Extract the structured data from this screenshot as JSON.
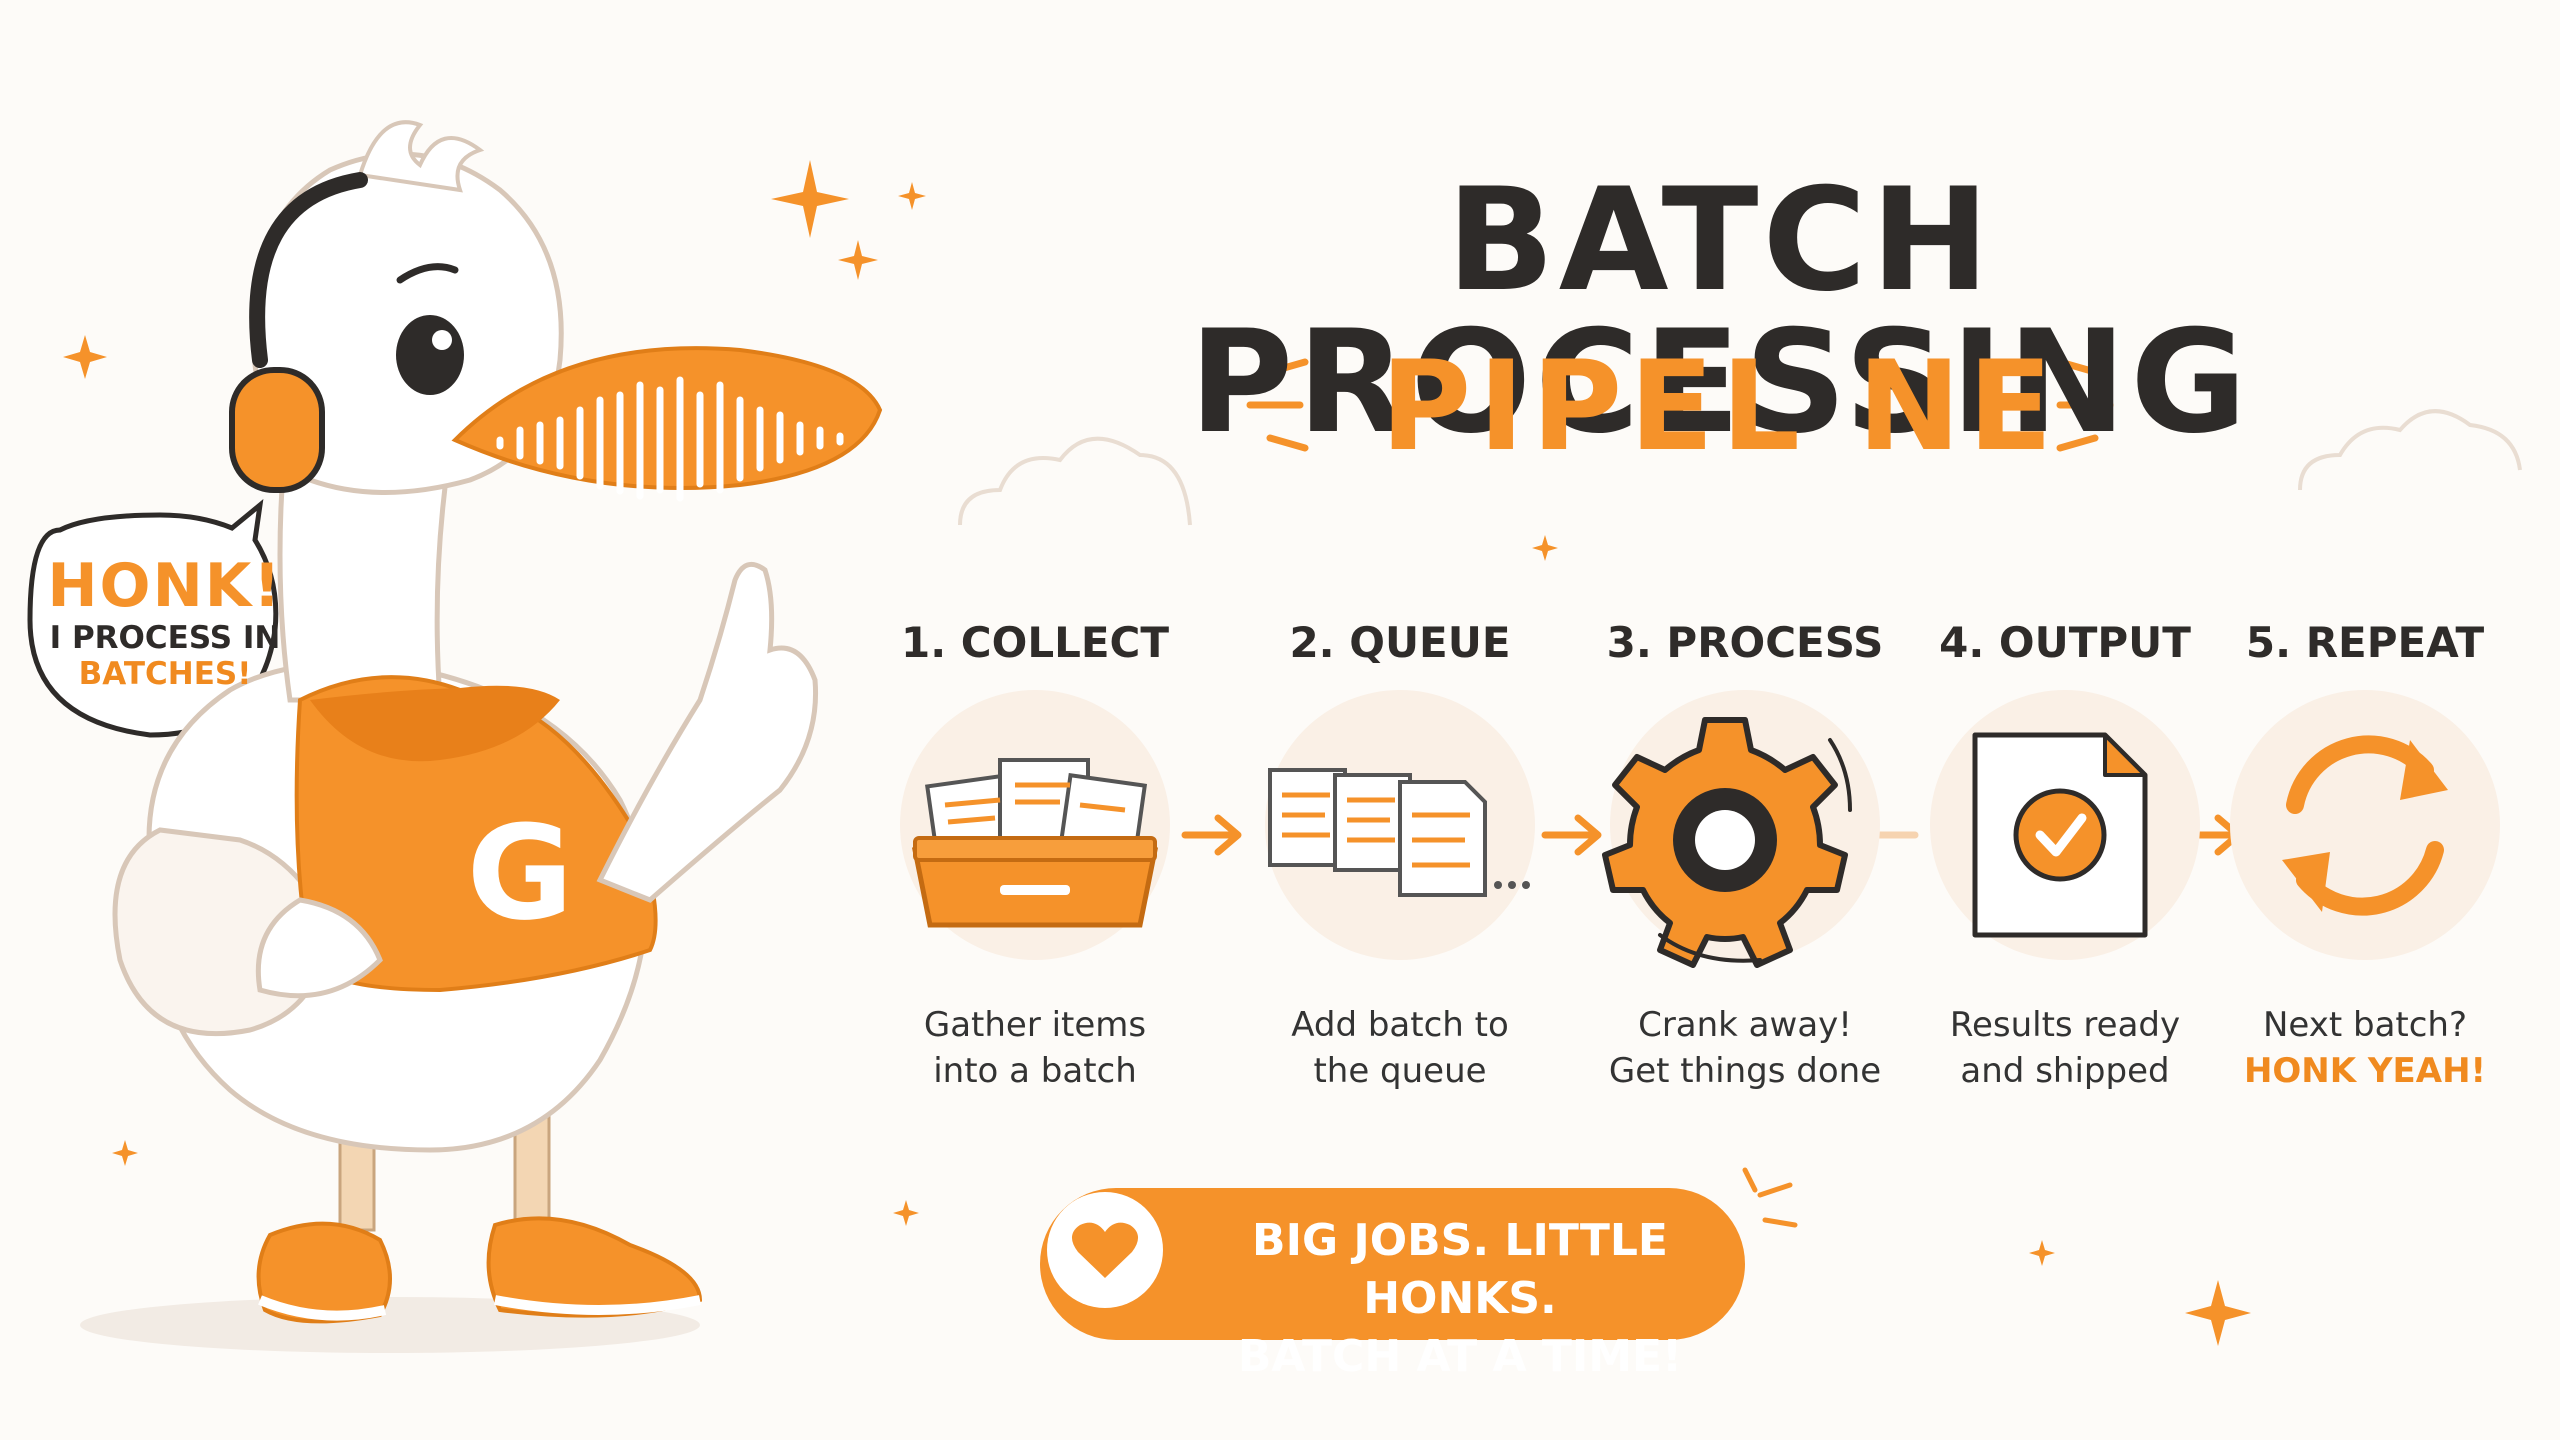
{
  "title": {
    "line1": "BATCH PROCESSING",
    "line2": "PIPEL NE"
  },
  "bubble": {
    "line1": "HONK!",
    "line2": "I PROCESS IN",
    "line3": "BATCHES!"
  },
  "mascot": {
    "hoodie_letter": "G"
  },
  "steps": [
    {
      "title": "1. COLLECT",
      "desc1": "Gather items",
      "desc2": "into a batch",
      "icon": "basket-icon"
    },
    {
      "title": "2. QUEUE",
      "desc1": "Add batch to",
      "desc2": "the queue",
      "icon": "documents-icon"
    },
    {
      "title": "3. PROCESS",
      "desc1": "Crank away!",
      "desc2": "Get things done",
      "icon": "gear-icon"
    },
    {
      "title": "4. OUTPUT",
      "desc1": "Results ready",
      "desc2": "and shipped",
      "icon": "document-check-icon"
    },
    {
      "title": "5. REPEAT",
      "desc1": "Next batch?",
      "desc2": "HONK YEAH!",
      "icon": "repeat-icon"
    }
  ],
  "banner": {
    "line1": "BIG JOBS. LITTLE HONKS.",
    "line2": "BATCH AT A TIME!"
  },
  "colors": {
    "accent": "#f5922a",
    "text": "#2e2b29",
    "background": "#fdfbf8"
  }
}
